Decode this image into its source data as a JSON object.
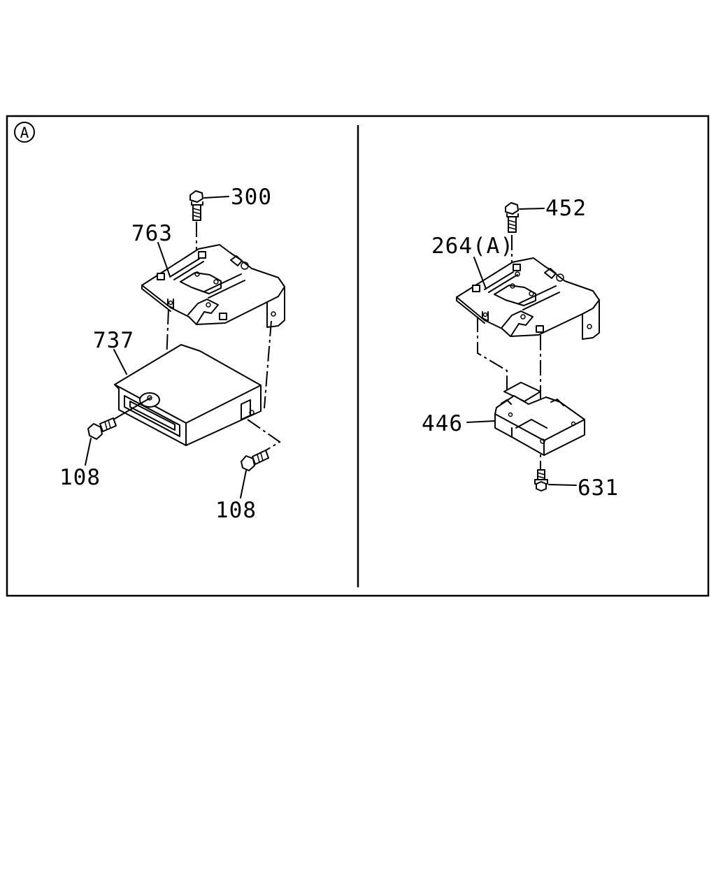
{
  "view_marker": "A",
  "left_panel": {
    "callouts": {
      "bolt_top": "300",
      "bracket": "763",
      "module": "737",
      "bolt_left": "108",
      "bolt_right": "108"
    }
  },
  "right_panel": {
    "callouts": {
      "bolt_top": "452",
      "bracket": "264(A)",
      "module": "446",
      "bolt_bottom": "631"
    }
  }
}
